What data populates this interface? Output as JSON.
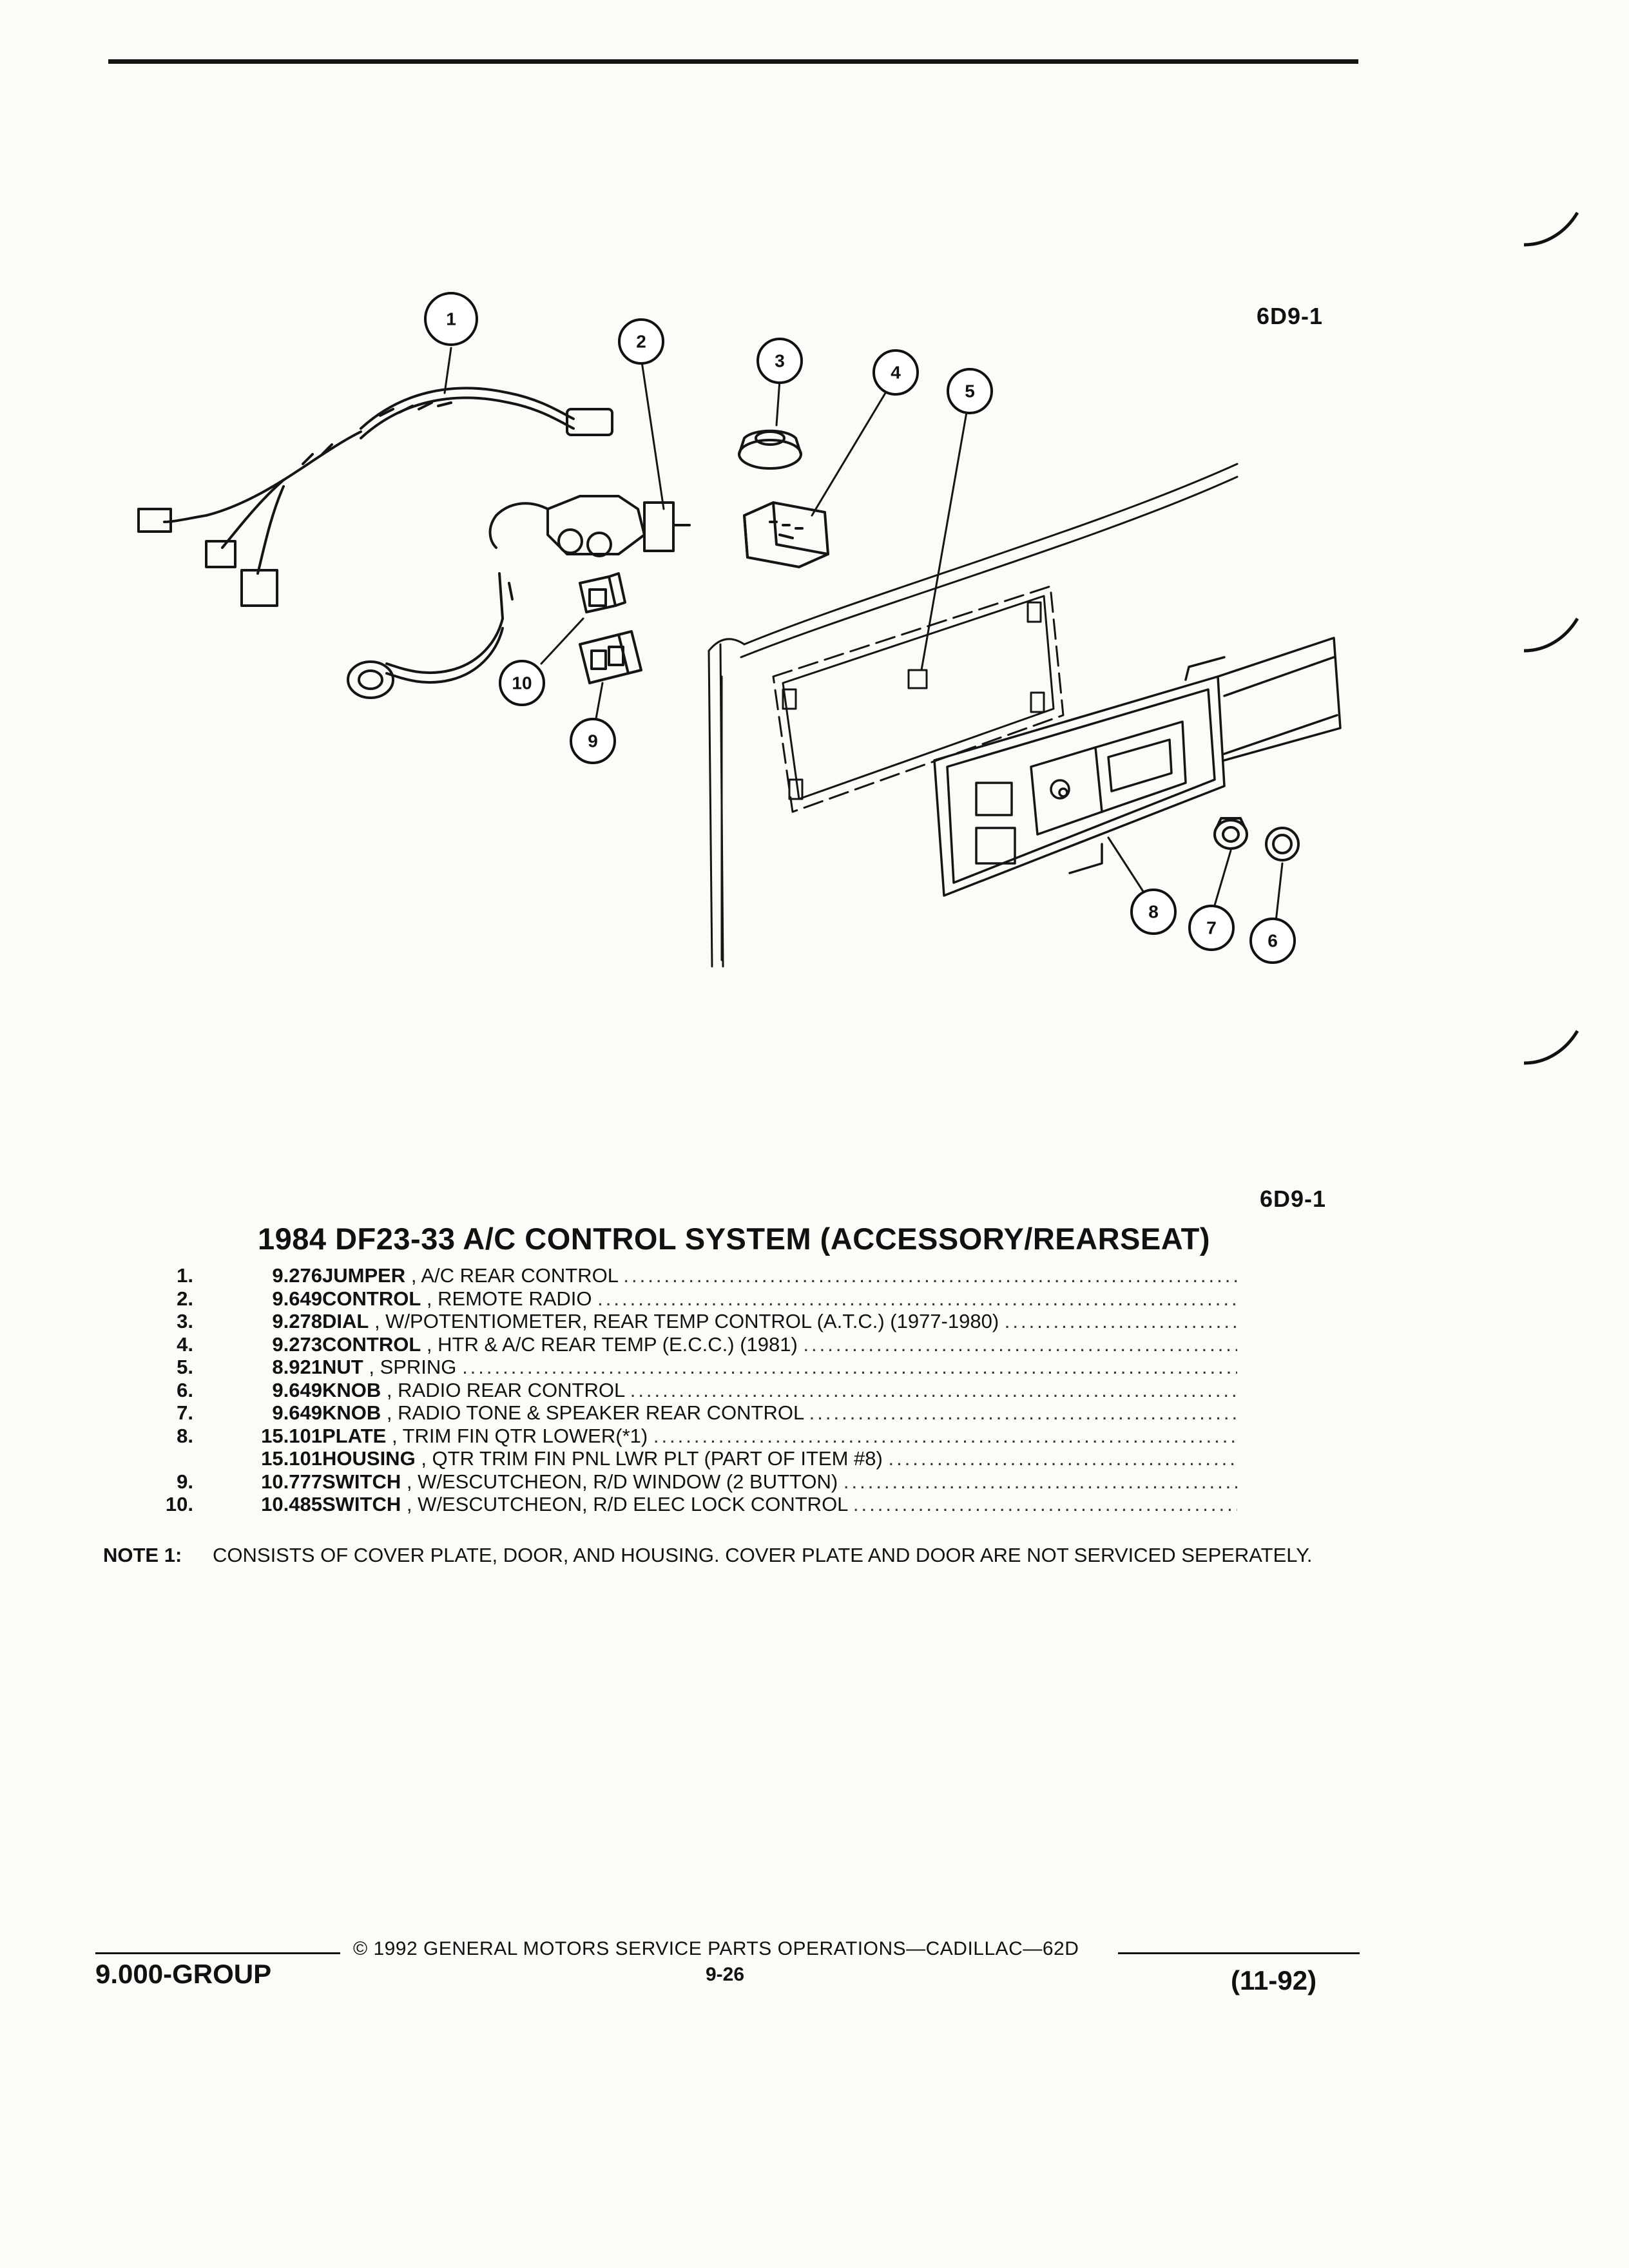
{
  "figure": {
    "code_top": "6D9-1",
    "code_bottom": "6D9-1",
    "callouts": [
      "1",
      "2",
      "3",
      "4",
      "5",
      "6",
      "7",
      "8",
      "9",
      "10"
    ]
  },
  "title": "1984 DF23-33 A/C CONTROL SYSTEM (ACCESSORY/REARSEAT)",
  "parts": [
    {
      "num": "1.",
      "part": "9.276",
      "name": "JUMPER",
      "desc": ", A/C REAR CONTROL"
    },
    {
      "num": "2.",
      "part": "9.649",
      "name": "CONTROL",
      "desc": ", REMOTE RADIO"
    },
    {
      "num": "3.",
      "part": "9.278",
      "name": "DIAL",
      "desc": ", W/POTENTIOMETER, REAR TEMP CONTROL (A.T.C.) (1977-1980)"
    },
    {
      "num": "4.",
      "part": "9.273",
      "name": "CONTROL",
      "desc": ", HTR & A/C REAR TEMP (E.C.C.) (1981)"
    },
    {
      "num": "5.",
      "part": "8.921",
      "name": "NUT",
      "desc": ", SPRING"
    },
    {
      "num": "6.",
      "part": "9.649",
      "name": "KNOB",
      "desc": ", RADIO REAR CONTROL"
    },
    {
      "num": "7.",
      "part": "9.649",
      "name": "KNOB",
      "desc": ", RADIO TONE & SPEAKER REAR CONTROL"
    },
    {
      "num": "8.",
      "part": "15.101",
      "name": "PLATE",
      "desc": ", TRIM FIN QTR LOWER(*1)"
    },
    {
      "num": "",
      "part": "15.101",
      "name": "HOUSING",
      "desc": ", QTR TRIM FIN PNL LWR PLT (PART OF ITEM #8)"
    },
    {
      "num": "9.",
      "part": "10.777",
      "name": "SWITCH",
      "desc": ", W/ESCUTCHEON, R/D WINDOW (2 BUTTON)"
    },
    {
      "num": "10.",
      "part": "10.485",
      "name": "SWITCH",
      "desc": ", W/ESCUTCHEON, R/D ELEC LOCK CONTROL"
    }
  ],
  "note": {
    "label": "NOTE 1:",
    "text": "CONSISTS OF COVER PLATE, DOOR, AND HOUSING. COVER PLATE AND DOOR ARE NOT SERVICED SEPERATELY."
  },
  "footer": {
    "group": "9.000-GROUP",
    "copyright": "© 1992 GENERAL MOTORS SERVICE PARTS OPERATIONS—CADILLAC—62D",
    "page": "9-26",
    "date": "(11-92)"
  }
}
